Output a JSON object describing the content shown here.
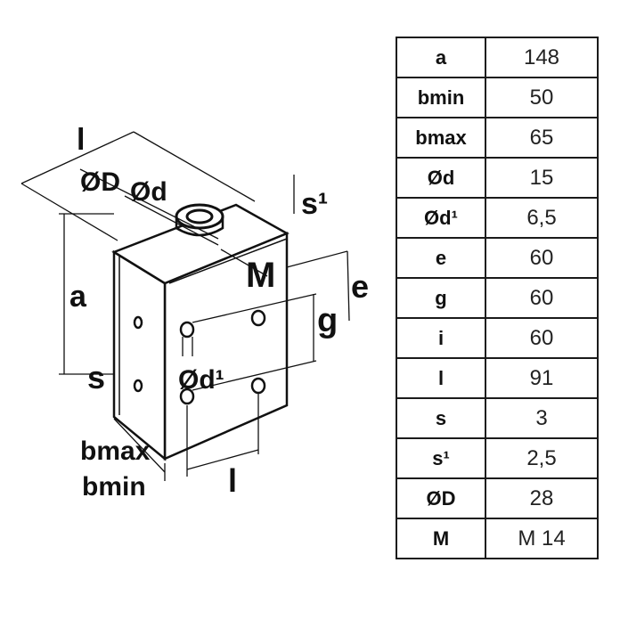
{
  "drawing": {
    "labels": {
      "l_top": "l",
      "D": "ØD",
      "d": "Ød",
      "s1": "s¹",
      "M": "M",
      "e": "e",
      "a": "a",
      "g": "g",
      "d1": "Ød¹",
      "s": "s",
      "bmax": "bmax",
      "bmin": "bmin",
      "l_bottom": "l"
    }
  },
  "table": {
    "rows": [
      {
        "key": "a",
        "value": "148"
      },
      {
        "key": "bmin",
        "value": "50"
      },
      {
        "key": "bmax",
        "value": "65"
      },
      {
        "key": "Ød",
        "value": "15"
      },
      {
        "key": "Ød¹",
        "value": "6,5"
      },
      {
        "key": "e",
        "value": "60"
      },
      {
        "key": "g",
        "value": "60"
      },
      {
        "key": "i",
        "value": "60"
      },
      {
        "key": "l",
        "value": "91"
      },
      {
        "key": "s",
        "value": "3"
      },
      {
        "key": "s¹",
        "value": "2,5"
      },
      {
        "key": "ØD",
        "value": "28"
      },
      {
        "key": "M",
        "value": "M 14"
      }
    ]
  }
}
